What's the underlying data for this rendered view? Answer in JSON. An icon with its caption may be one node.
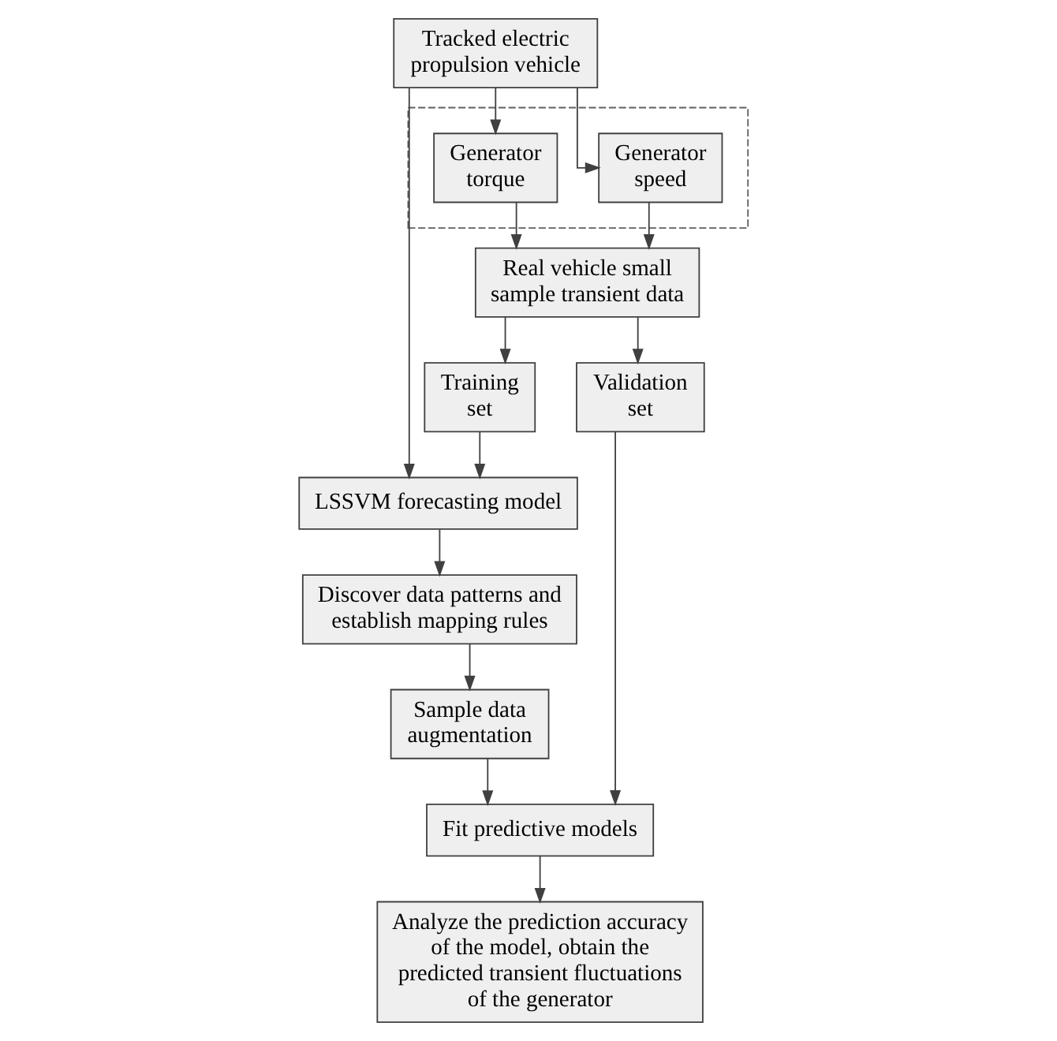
{
  "diagram": {
    "nodes": [
      {
        "text": [
          "Tracked electric propulsion vehicle"
        ]
      },
      {
        "text": [],
        "shape": "box"
      },
      {
        "text": [
          "Generator speed"
        ],
        "in": 1
      },
      {
        "text": [
          "Generator torque"
        ],
        "in": 1
      },
      {
        "text": [
          "LSSVM forecasting model"
        ]
      },
      {
        "text": [
          "Discover data patterns and establish mapping rules"
        ]
      },
      {
        "text": [
          "Sample data augmentation"
        ]
      },
      {
        "text": [
          "Real vehicle small sample transient data"
        ]
      },
      {
        "text": [
          "Training set"
        ]
      },
      {
        "text": [
          "Validation set"
        ]
      },
      {
        "text": [
          "Fit predictive models"
        ]
      },
      {
        "text": [
          "Analyze the prediction accuracy of the model, obtain the predicted transient fluctuations of the generator"
        ]
      }
    ],
    "edges": [
      {
        "from": 0,
        "to": 2,
        "arrow": "to"
      },
      {
        "from": 0,
        "to": 3,
        "arrow": "to"
      },
      {
        "from": 0,
        "to": 4,
        "arrow": "to"
      },
      {
        "from": 2,
        "to": 7,
        "arrow": "to"
      },
      {
        "from": 3,
        "to": 7,
        "arrow": "to"
      },
      {
        "from": 7,
        "to": 8,
        "arrow": "to"
      },
      {
        "from": 7,
        "to": 9,
        "arrow": "to"
      },
      {
        "from": 8,
        "to": 4,
        "arrow": "to"
      },
      {
        "from": 9,
        "to": 10,
        "arrow": "to"
      },
      {
        "from": 4,
        "to": 5,
        "arrow": "to"
      },
      {
        "from": 5,
        "to": 6,
        "arrow": "to"
      },
      {
        "from": 6,
        "to": 10,
        "arrow": "to"
      },
      {
        "from": 10,
        "to": 11,
        "arrow": "to"
      }
    ]
  }
}
